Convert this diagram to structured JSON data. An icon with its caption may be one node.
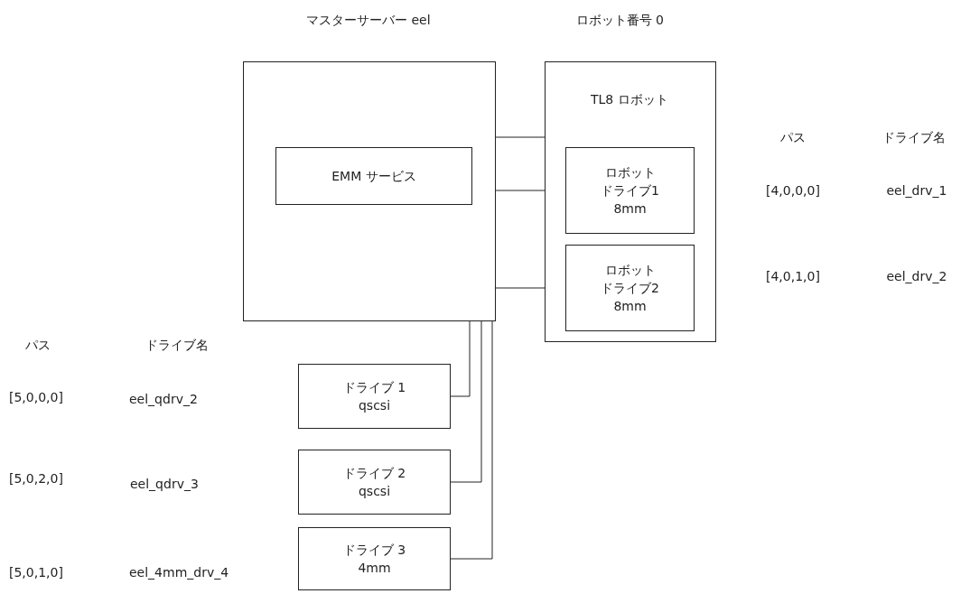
{
  "diagram": {
    "nodes": [
      {
        "text": [
          "マスターサーバー eel"
        ]
      },
      {
        "text": [
          "EMM サービス"
        ],
        "in": 0
      },
      {
        "text": [
          "ロボット番号 0",
          "TL8 ロボット"
        ]
      },
      {
        "text": [
          "ロボットドライブ1 8mm"
        ],
        "in": 2
      },
      {
        "text": [
          "ロボットドライブ2 8mm"
        ],
        "in": 2
      },
      {
        "text": [
          "ドライブ 1 qscsi"
        ]
      },
      {
        "text": [
          "ドライブ 2 qscsi"
        ]
      },
      {
        "text": [
          "ドライブ 3 4mm"
        ]
      }
    ],
    "edges": [
      {
        "from": 0,
        "to": 2,
        "arrow": "none"
      },
      {
        "from": 0,
        "to": 3,
        "arrow": "none"
      },
      {
        "from": 0,
        "to": 4,
        "arrow": "none"
      },
      {
        "from": 0,
        "to": 5,
        "arrow": "none"
      },
      {
        "from": 0,
        "to": 6,
        "arrow": "none"
      },
      {
        "from": 0,
        "to": 7,
        "arrow": "none"
      }
    ],
    "labels": [
      "パス",
      "ドライブ名",
      "[4,0,0,0]",
      "eel_drv_1",
      "[4,0,1,0]",
      "eel_drv_2",
      "パス",
      "ドライブ名",
      "[5,0,0,0]",
      "eel_qdrv_2",
      "[5,0,2,0]",
      "eel_qdrv_3",
      "[5,0,1,0]",
      "eel_4mm_drv_4"
    ]
  }
}
